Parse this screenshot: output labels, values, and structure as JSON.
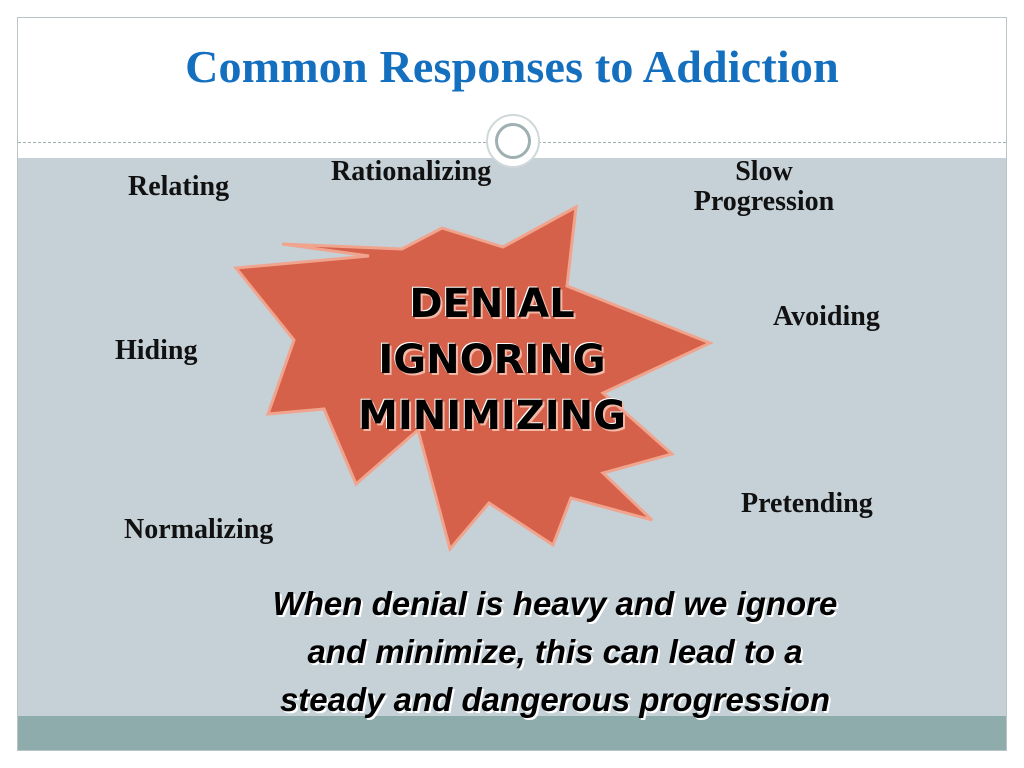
{
  "slide": {
    "title": "Common Responses to Addiction"
  },
  "responses": {
    "relating": "Relating",
    "rationalizing": "Rationalizing",
    "slow_progression": [
      "Slow",
      "Progression"
    ],
    "avoiding": "Avoiding",
    "hiding": "Hiding",
    "pretending": "Pretending",
    "normalizing": "Normalizing"
  },
  "core_words": [
    "DENIAL",
    "IGNORING",
    "MINIMIZING"
  ],
  "caption": [
    "When denial is heavy and we ignore",
    "and minimize, this can lead to a",
    "steady and dangerous progression"
  ],
  "colors": {
    "title": "#1470bf",
    "starburst_fill": "#d5614a",
    "starburst_stroke": "#f0a48e",
    "content_background": "#c5d1d7",
    "bottom_bar": "#8eacab"
  },
  "icons": {
    "ornament": "circle-ring-icon",
    "starburst": "starburst-shape"
  }
}
